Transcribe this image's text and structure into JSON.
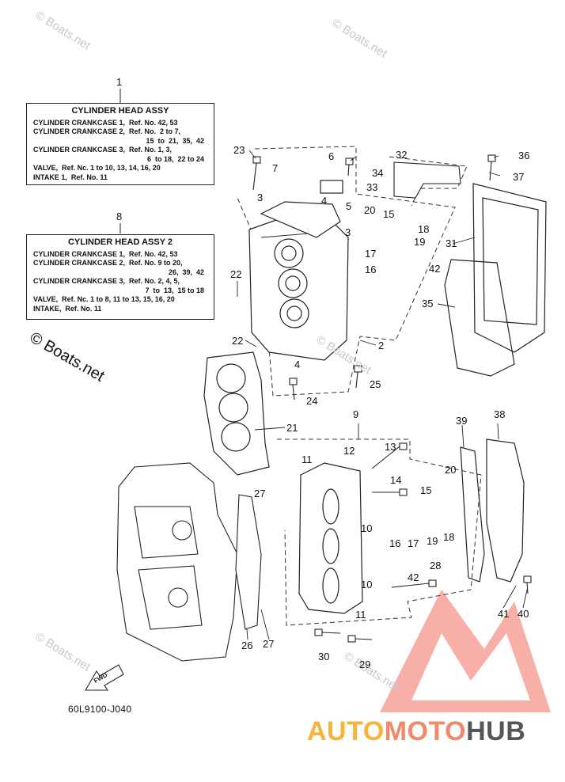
{
  "watermarks": {
    "small": "© Boats.net",
    "large": "© Boats.net"
  },
  "boxes": [
    {
      "ref": "1",
      "title": "CYLINDER HEAD ASSY",
      "lines": [
        "CYLINDER CRANKCASE 1,  Ref. No. 42, 53",
        "CYLINDER CRANKCASE 2,  Ref. No.  2 to 7,",
        "15  to  21,  35,  42",
        "CYLINDER CRANKCASE 3,  Ref. No. 1, 3,",
        "6  to 18,  22 to 24",
        "VALVE,  Ref. Nc. 1 to 10, 13, 14, 16, 20",
        "INTAKE 1,  Ref. No. 11"
      ]
    },
    {
      "ref": "8",
      "title": "CYLINDER HEAD ASSY 2",
      "lines": [
        "CYLINDER CRANKCASE 1,  Ref. No. 42, 53",
        "CYLINDER CRANKCASE 2,  Ref. No. 9 to 20,",
        "26,  39,  42",
        "CYLINDER CRANKCASE 3,  Ref. No. 2, 4, 5,",
        "7  to  13,  15 to 18",
        "VALVE,  Ref. Nc. 1 to 8, 11 to 13, 15, 16, 20",
        "INTAKE,  Ref. No. 11"
      ]
    }
  ],
  "callouts": [
    "23",
    "6",
    "7",
    "3",
    "4",
    "5",
    "3",
    "20",
    "15",
    "18",
    "19",
    "17",
    "16",
    "42",
    "22",
    "22",
    "4",
    "2",
    "24",
    "25",
    "32",
    "34",
    "33",
    "36",
    "37",
    "31",
    "35",
    "21",
    "9",
    "11",
    "12",
    "13",
    "14",
    "27",
    "10",
    "10",
    "15",
    "20",
    "16",
    "17",
    "19",
    "18",
    "42",
    "28",
    "39",
    "38",
    "41",
    "40",
    "26",
    "27",
    "30",
    "29",
    "11"
  ],
  "part_code": "60L9100-J040",
  "fwd_label": "FWD",
  "brand": {
    "part1": "AUTO",
    "part2": "MOTO",
    "part3": "HUB"
  },
  "colors": {
    "brand_auto": "#f7b43d",
    "brand_moto": "#f08a6a",
    "brand_hub": "#555555",
    "logo_triangle": "#f26d63"
  }
}
